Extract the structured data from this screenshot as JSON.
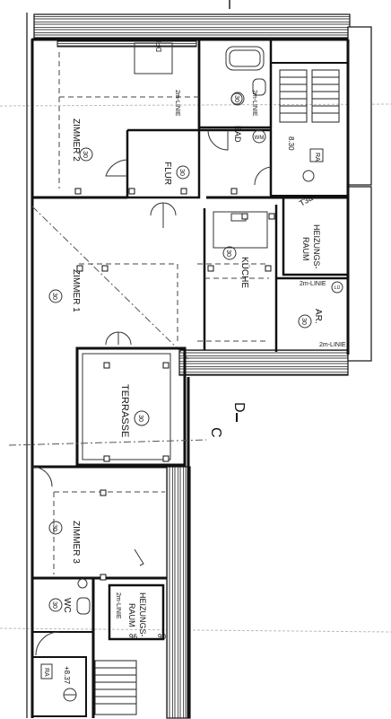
{
  "rooms": {
    "zimmer2": {
      "name": "ZIMMER 2",
      "num": "30"
    },
    "flur": {
      "name": "FLUR",
      "num": "30"
    },
    "bad": {
      "name": "BAD",
      "num": "30"
    },
    "zimmer1": {
      "name": "ZIMMER 1",
      "num": "30"
    },
    "kuche": {
      "name": "KÜCHE",
      "num": "30"
    },
    "heizungsraum_top": {
      "line1": "HEIZUNGS-",
      "line2": "RAUM"
    },
    "ar": {
      "name": "AR.",
      "num": "30"
    },
    "terrasse": {
      "name": "TERRASSE",
      "num": "30"
    },
    "zimmer3": {
      "name": "ZIMMER 3",
      "num": "30"
    },
    "wc": {
      "name": "WC",
      "num": "30"
    },
    "heizungsraum_bottom": {
      "line1": "HEIZUNGS-",
      "line2": "RAUM"
    }
  },
  "labels": {
    "dff": "DFF",
    "wm": "WM",
    "lu": "LÜ",
    "ra_top": "RA",
    "ra_bottom": "RA",
    "level_top": "8.30",
    "level_bottom": "+8.37",
    "t3a": "T3a",
    "section_d": "D",
    "section_c": "C",
    "two_m_line_1": "2m-LINIE",
    "two_m_line_2": "2m-LINIE",
    "two_m_line_3": "2m-LINIE",
    "two_m_line_4": "2m-LINIE",
    "two_m_line_5": "2m-LINIE",
    "dim_96": "96",
    "dim_90": "90"
  }
}
